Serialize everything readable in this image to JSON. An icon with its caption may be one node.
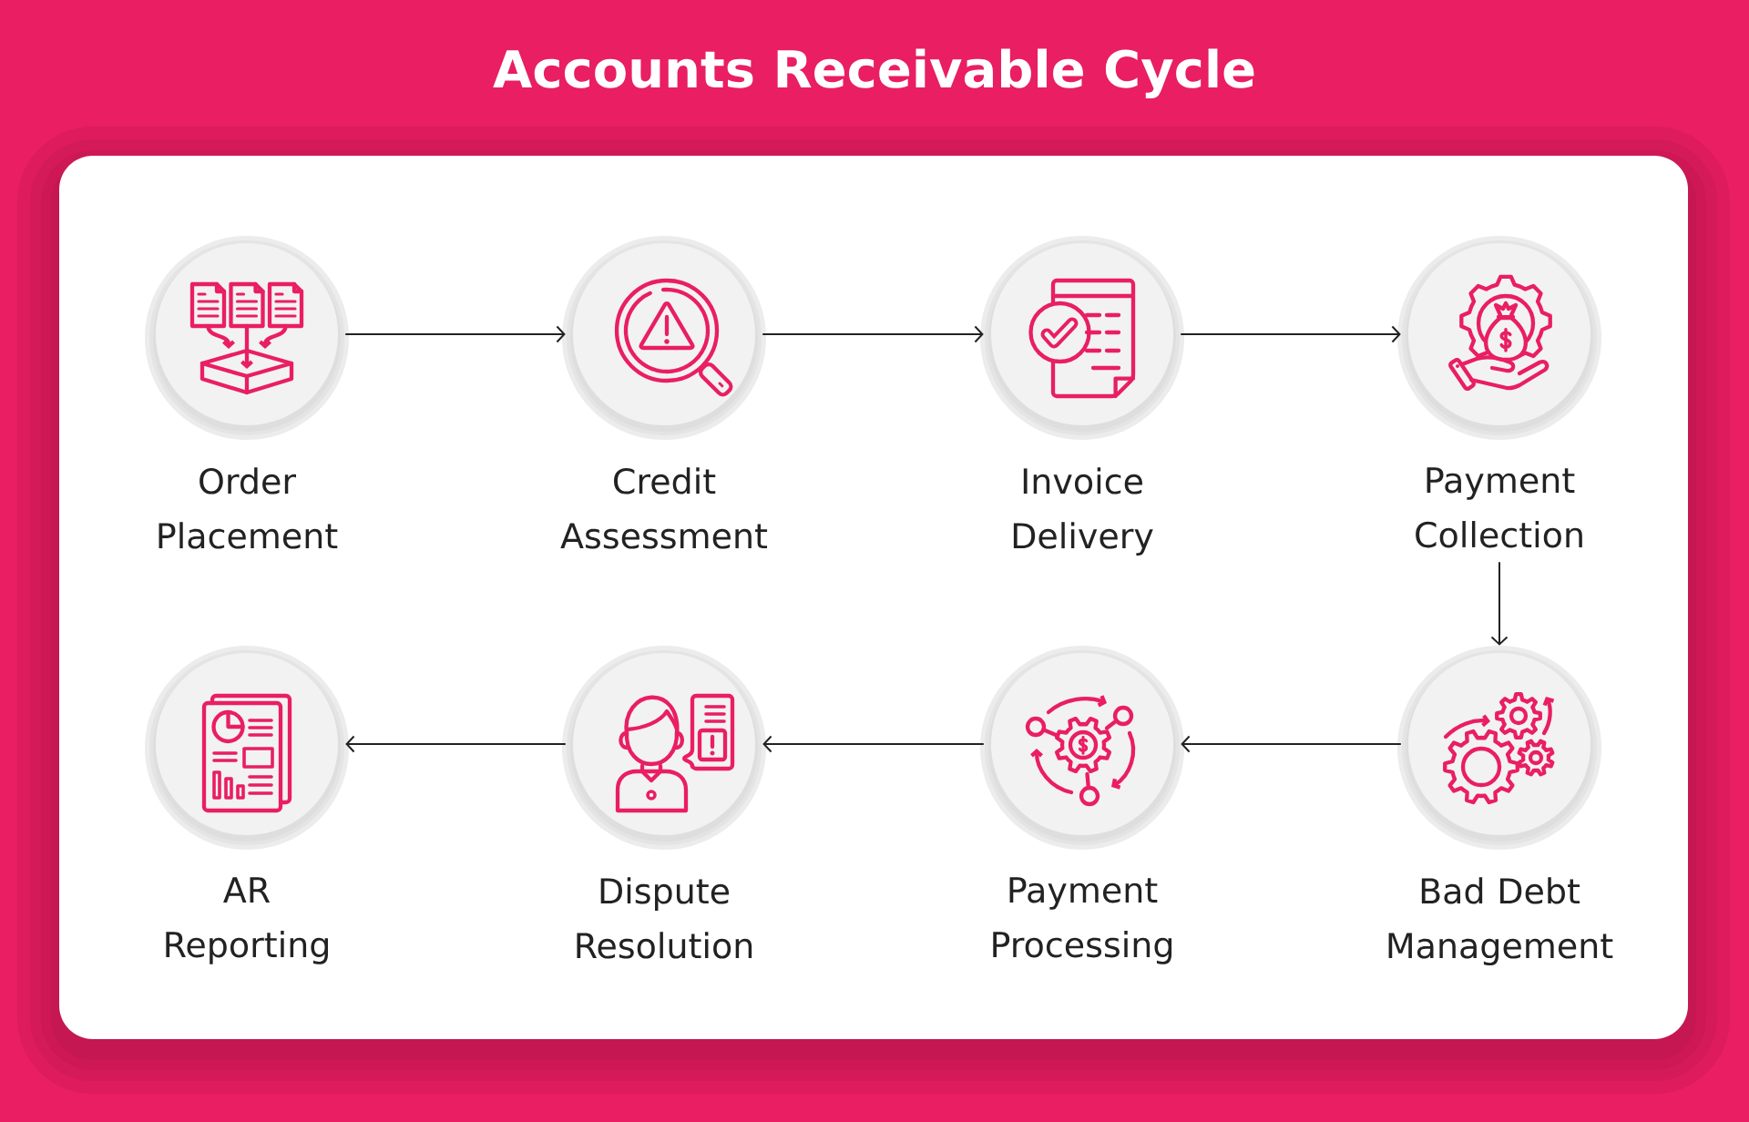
{
  "diagram": {
    "title": "Accounts Receivable Cycle",
    "nodes": [
      {
        "text": [
          "Order Placement"
        ]
      },
      {
        "text": [
          "Credit Assessment"
        ]
      },
      {
        "text": [
          "Invoice Delivery"
        ]
      },
      {
        "text": [
          "Payment Collection"
        ]
      },
      {
        "text": [
          "AR Reporting"
        ]
      },
      {
        "text": [
          "Dispute Resolution"
        ]
      },
      {
        "text": [
          "Payment Processing"
        ]
      },
      {
        "text": [
          "Bad Debt Management"
        ]
      }
    ],
    "edges": [
      {
        "from": 0,
        "to": 1,
        "arrow": "to"
      },
      {
        "from": 1,
        "to": 2,
        "arrow": "to"
      },
      {
        "from": 2,
        "to": 3,
        "arrow": "to"
      },
      {
        "from": 3,
        "to": 7,
        "arrow": "to"
      },
      {
        "from": 7,
        "to": 6,
        "arrow": "to"
      },
      {
        "from": 6,
        "to": 5,
        "arrow": "to"
      },
      {
        "from": 5,
        "to": 4,
        "arrow": "to"
      }
    ]
  }
}
